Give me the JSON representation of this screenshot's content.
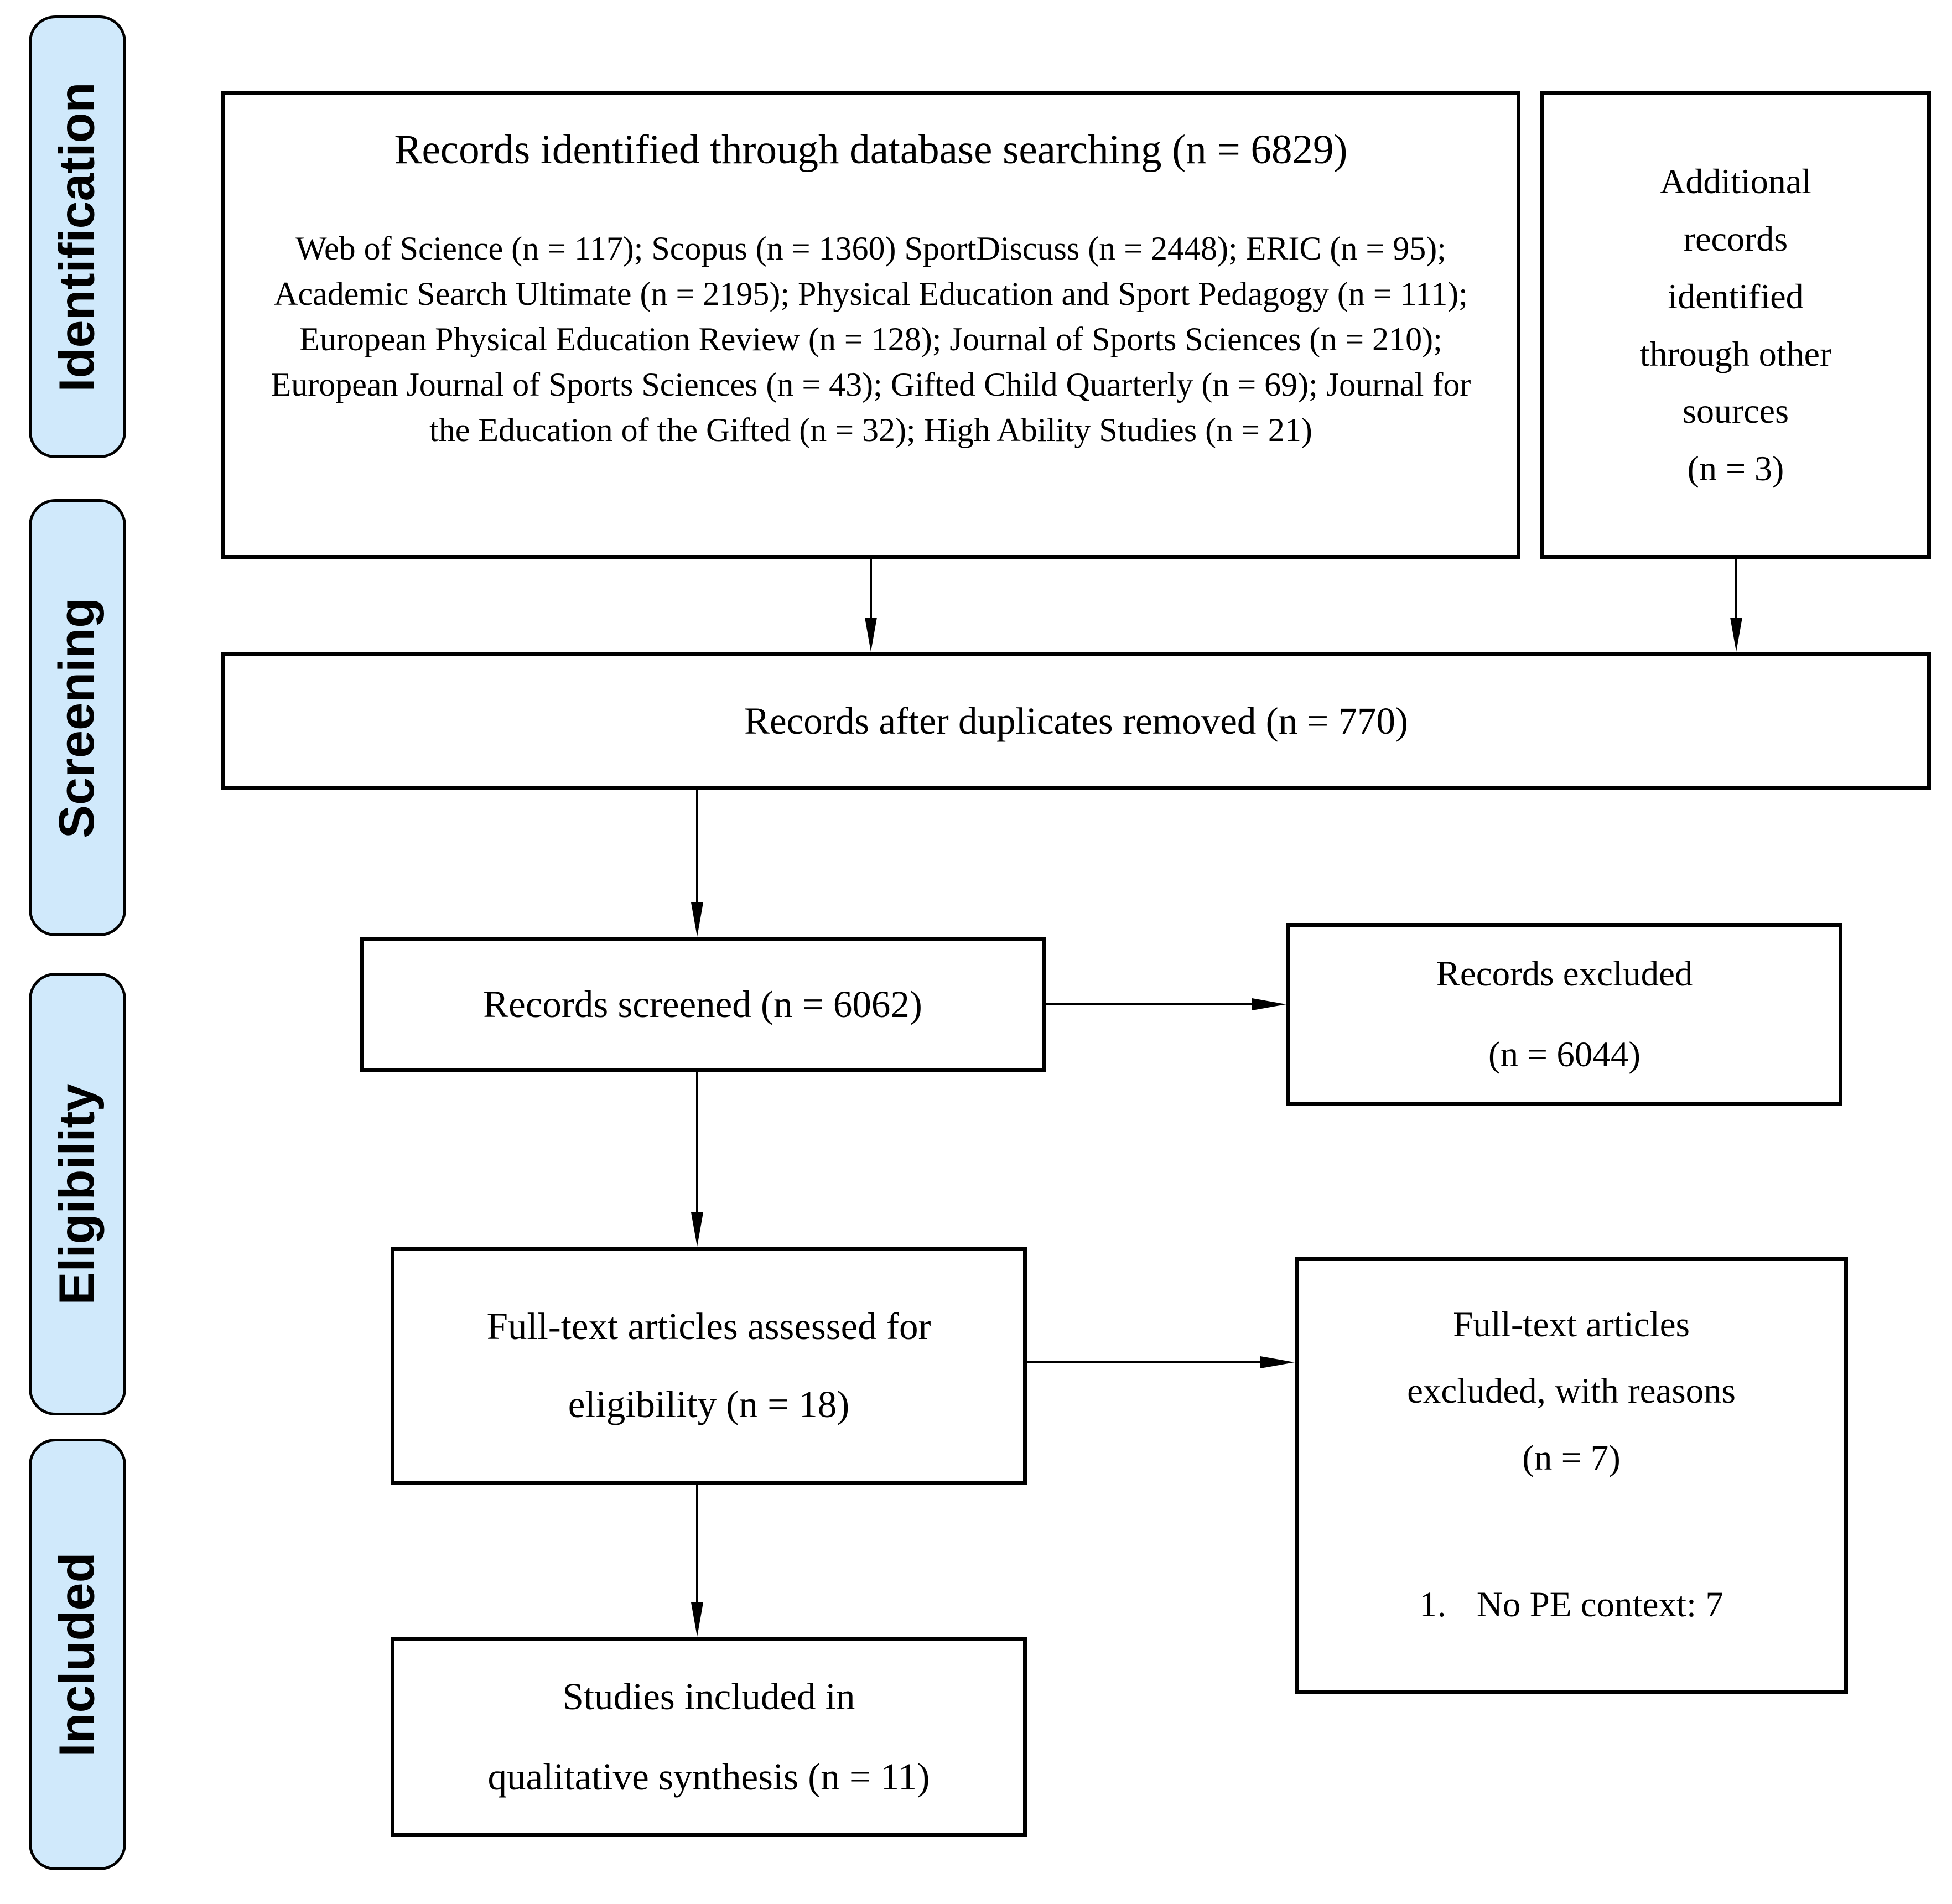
{
  "sidebar": {
    "fill_color": "#d0e9fb",
    "stages": [
      {
        "label": "Identification"
      },
      {
        "label": "Screening"
      },
      {
        "label": "Eligibility"
      },
      {
        "label": "Included"
      }
    ]
  },
  "flow": {
    "identification": {
      "database_box": {
        "title": "Records identified through database searching (n = 6829)",
        "body": "Web of Science (n = 117); Scopus (n = 1360) SportDiscuss (n = 2448); ERIC (n = 95); Academic Search Ultimate (n = 2195); Physical Education and Sport Pedagogy (n = 111); European Physical Education Review (n = 128); Journal of Sports Sciences (n = 210); European Journal of Sports Sciences (n = 43); Gifted Child Quarterly (n = 69); Journal for the Education of the Gifted (n = 32); High Ability Studies (n = 21)"
      },
      "other_sources_box": {
        "lines": [
          "Additional",
          "records",
          "identified",
          "through other",
          "sources",
          "(n = 3)"
        ]
      }
    },
    "screening": {
      "duplicates_box": {
        "text": "Records after duplicates removed (n = 770)"
      },
      "screened_box": {
        "text": "Records screened (n = 6062)"
      },
      "records_excluded_box": {
        "lines": [
          "Records excluded",
          "(n = 6044)"
        ]
      }
    },
    "eligibility": {
      "fulltext_assessed_box": {
        "lines": [
          "Full-text articles assessed for",
          "eligibility (n = 18)"
        ]
      },
      "fulltext_excluded_box": {
        "lines": [
          "Full-text articles",
          "excluded, with reasons",
          "(n = 7)"
        ],
        "reasons": [
          {
            "number": "1.",
            "text": "No PE context: 7"
          }
        ]
      }
    },
    "included": {
      "included_box": {
        "lines": [
          "Studies included in",
          "qualitative synthesis (n = 11)"
        ]
      }
    }
  }
}
